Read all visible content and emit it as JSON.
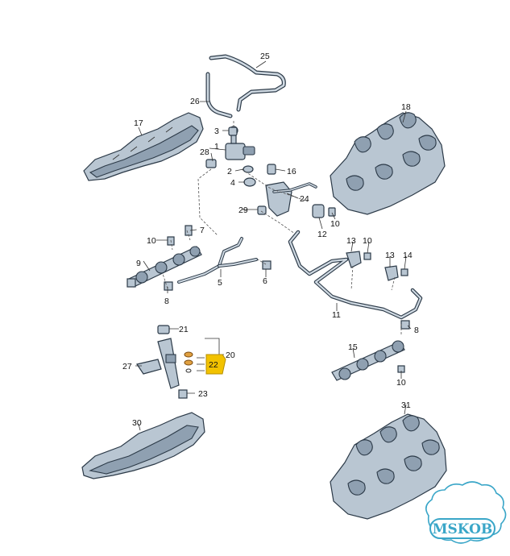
{
  "labels": {
    "l25": "25",
    "l26": "26",
    "l18": "18",
    "l17": "17",
    "l3": "3",
    "l1": "1",
    "l28": "28",
    "l2": "2",
    "l16": "16",
    "l4": "4",
    "l24": "24",
    "l29": "29",
    "l10a": "10",
    "l12": "12",
    "l7": "7",
    "l10b": "10",
    "l9": "9",
    "l13a": "13",
    "l10c": "10",
    "l13b": "13",
    "l14": "14",
    "l5": "5",
    "l6": "6",
    "l8a": "8",
    "l11": "11",
    "l8b": "8",
    "l21": "21",
    "l20": "20",
    "l15": "15",
    "l27": "27",
    "l22": "22",
    "l10d": "10",
    "l23": "23",
    "l30": "30",
    "l31": "31"
  },
  "highlight_color": "#f2c200",
  "watermark": {
    "text": "MSKOB",
    "color": "#3aa6c8"
  }
}
